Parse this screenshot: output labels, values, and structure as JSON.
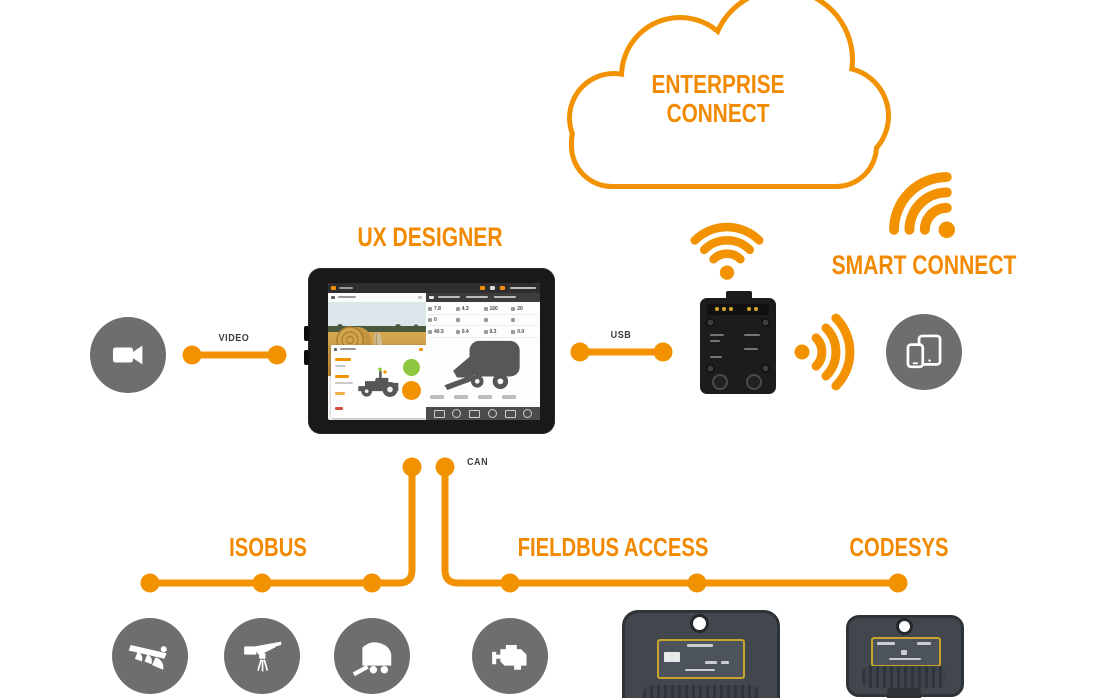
{
  "palette": {
    "orange": "#F39200",
    "orange_text": "#F18A00",
    "circle_gray": "#6F6E6E",
    "label_gray": "#3E3D3B",
    "device_black": "#1C1C1C",
    "enclosure_gray": "#42474D",
    "enclosure_border": "#2E3338",
    "label_border_yellow": "#C9A42C",
    "tractor_gray": "#575756",
    "screen_green": "#8DC63F"
  },
  "headings": {
    "enterprise_line1": "ENTERPRISE",
    "enterprise_line2": "CONNECT",
    "ux_designer": "UX DESIGNER",
    "smart_connect": "SMART CONNECT"
  },
  "bus_labels": {
    "isobus": "ISOBUS",
    "fieldbus_access": "FIELDBUS ACCESS",
    "codesys": "CODESYS"
  },
  "connection_labels": {
    "video": "VIDEO",
    "usb": "USB",
    "can": "CAN"
  },
  "icons": {
    "camera": "video-camera-icon",
    "mobile_devices": "smartphone-tablet-icon",
    "wifi_up": "wifi-signal-icon",
    "wifi_diagonal": "wifi-signal-icon",
    "wifi_right": "wifi-signal-icon",
    "plough": "plough-icon",
    "sprayer": "sprayer-icon",
    "round_baler": "round-baler-icon",
    "engine": "engine-icon"
  },
  "tablet_screen": {
    "value_grid": [
      [
        "7.8",
        "4.3",
        "160",
        "20"
      ],
      [
        "0",
        "",
        "",
        ""
      ],
      [
        "40.5",
        "0.4",
        "9.3",
        "0.0"
      ]
    ]
  }
}
